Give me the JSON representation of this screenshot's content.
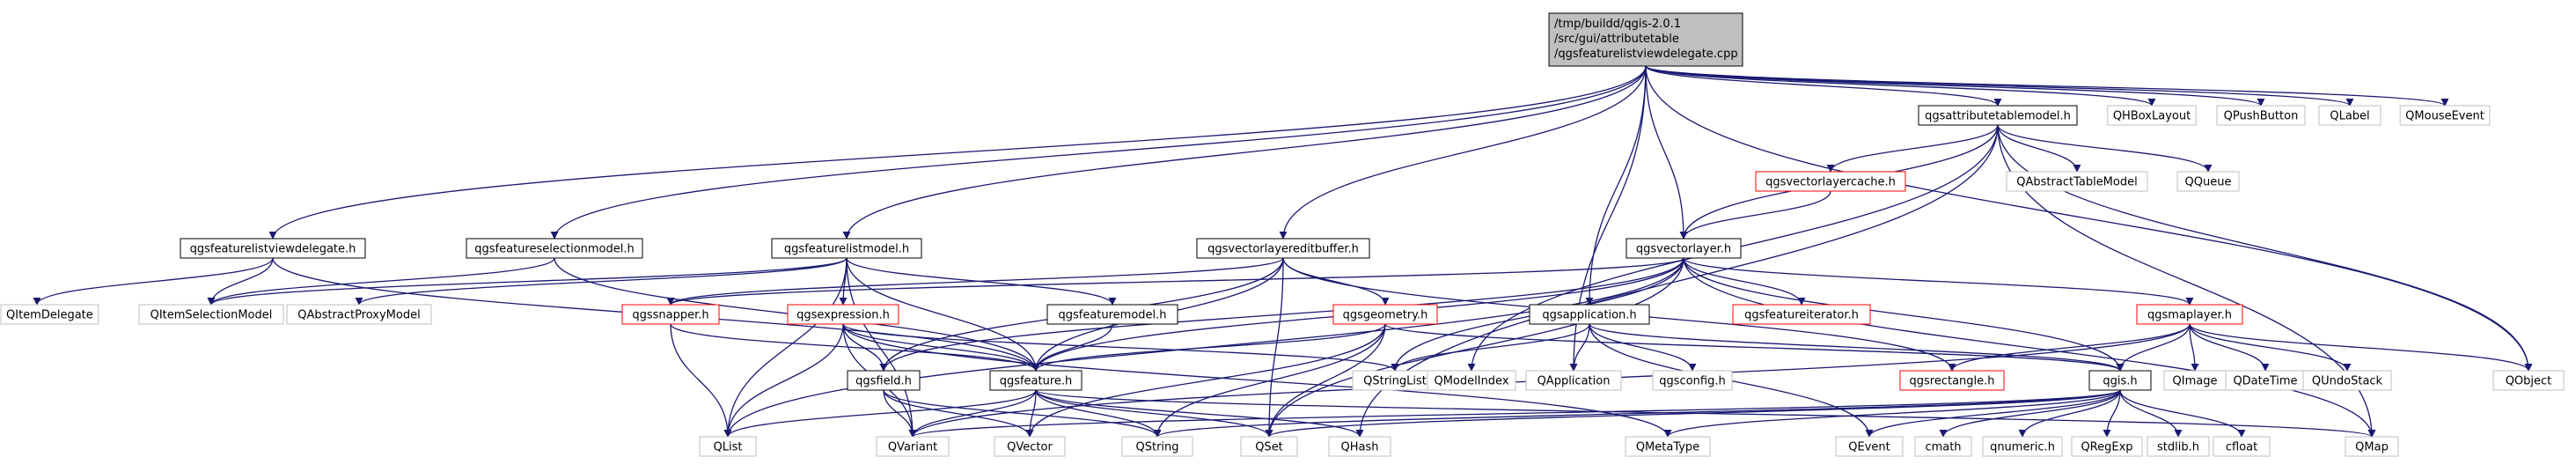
{
  "root": {
    "lines": [
      "/tmp/buildd/qgis-2.0.1",
      "/src/gui/attributetable",
      "/qgsfeaturelistviewdelegate.cpp"
    ]
  },
  "nodes": {
    "qgsattributetablemodel_h": "qgsattributetablemodel.h",
    "QHBoxLayout": "QHBoxLayout",
    "QPushButton": "QPushButton",
    "QLabel": "QLabel",
    "QMouseEvent": "QMouseEvent",
    "qgsvectorlayercache_h": "qgsvectorlayercache.h",
    "QAbstractTableModel": "QAbstractTableModel",
    "QQueue": "QQueue",
    "qgsfeaturelistviewdelegate_h": "qgsfeaturelistviewdelegate.h",
    "qgsfeatureselectionmodel_h": "qgsfeatureselectionmodel.h",
    "qgsfeaturelistmodel_h": "qgsfeaturelistmodel.h",
    "qgsvectorlayereditbuffer_h": "qgsvectorlayereditbuffer.h",
    "qgsvectorlayer_h": "qgsvectorlayer.h",
    "QItemDelegate": "QItemDelegate",
    "QItemSelectionModel": "QItemSelectionModel",
    "QAbstractProxyModel": "QAbstractProxyModel",
    "qgssnapper_h": "qgssnapper.h",
    "qgsexpression_h": "qgsexpression.h",
    "qgsfeaturemodel_h": "qgsfeaturemodel.h",
    "qgsgeometry_h": "qgsgeometry.h",
    "qgsapplication_h": "qgsapplication.h",
    "qgsfeatureiterator_h": "qgsfeatureiterator.h",
    "qgsmaplayer_h": "qgsmaplayer.h",
    "qgsfield_h": "qgsfield.h",
    "qgsfeature_h": "qgsfeature.h",
    "QStringList": "QStringList",
    "QModelIndex": "QModelIndex",
    "QApplication": "QApplication",
    "qgsconfig_h": "qgsconfig.h",
    "qgsrectangle_h": "qgsrectangle.h",
    "qgis_h": "qgis.h",
    "QImage": "QImage",
    "QDateTime": "QDateTime",
    "QUndoStack": "QUndoStack",
    "QObject": "QObject",
    "QList": "QList",
    "QVariant": "QVariant",
    "QVector": "QVector",
    "QString": "QString",
    "QSet": "QSet",
    "QHash": "QHash",
    "QMetaType": "QMetaType",
    "QEvent": "QEvent",
    "cmath": "cmath",
    "qnumeric_h": "qnumeric.h",
    "QRegExp": "QRegExp",
    "stdlib_h": "stdlib.h",
    "cfloat": "cfloat",
    "QMap": "QMap"
  },
  "colors": {
    "edge": "#191970",
    "root_fill": "#bfbfbf",
    "border_default": "#000000",
    "border_external": "#bfbfbf",
    "border_incomplete": "#ff0000"
  }
}
